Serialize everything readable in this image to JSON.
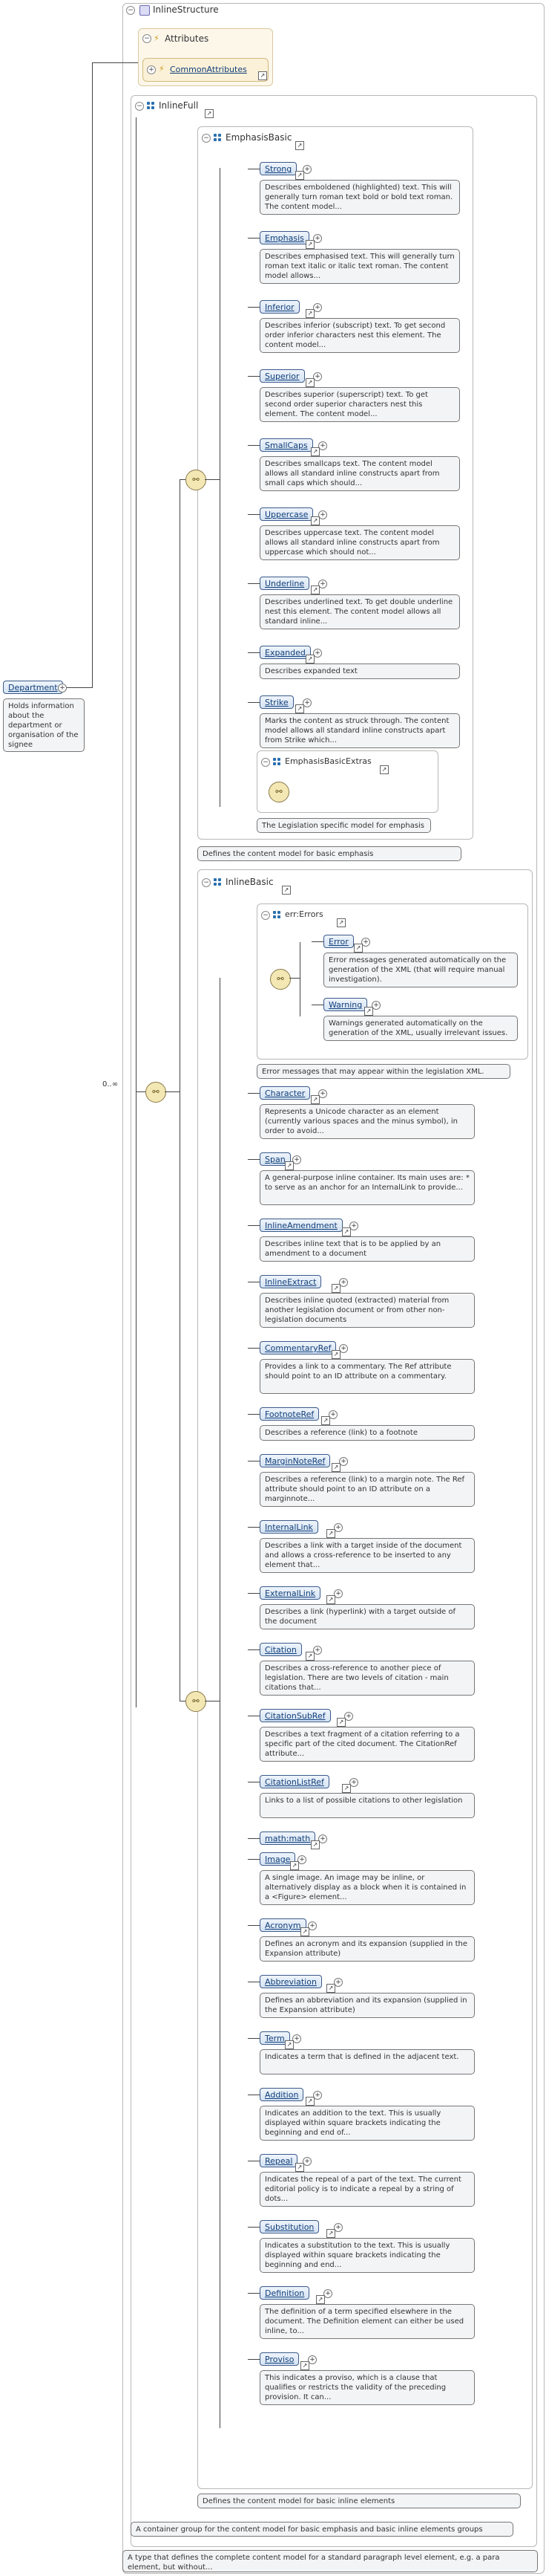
{
  "root": {
    "title": "InlineStructure"
  },
  "attributes": {
    "label": "Attributes",
    "item": "CommonAttributes"
  },
  "inline_full": {
    "label": "InlineFull"
  },
  "emphasis_basic": {
    "label": "EmphasisBasic",
    "elements": [
      {
        "name": "Strong",
        "desc": "Describes emboldened (highlighted) text. This will generally turn roman text bold or bold text roman. The content model..."
      },
      {
        "name": "Emphasis",
        "desc": "Describes emphasised text. This will generally turn roman text italic or italic text roman. The content model allows..."
      },
      {
        "name": "Inferior",
        "desc": "Describes inferior (subscript) text. To get second order inferior characters nest this element. The content model..."
      },
      {
        "name": "Superior",
        "desc": "Describes superior (superscript) text. To get second order superior characters nest this element. The content model..."
      },
      {
        "name": "SmallCaps",
        "desc": "Describes smallcaps text. The content model allows all standard inline constructs apart from small caps which should..."
      },
      {
        "name": "Uppercase",
        "desc": "Describes uppercase text. The content model allows all standard inline constructs apart from uppercase which should not..."
      },
      {
        "name": "Underline",
        "desc": "Describes underlined text. To get double underline nest this element. The content model allows all standard inline..."
      },
      {
        "name": "Expanded",
        "desc": "Describes expanded text"
      },
      {
        "name": "Strike",
        "desc": "Marks the content as struck through. The content model allows all standard inline constructs apart from Strike which..."
      }
    ],
    "extras": {
      "label": "EmphasisBasicExtras",
      "desc": "The Legislation specific model for emphasis"
    },
    "desc": "Defines the content model for basic emphasis"
  },
  "inline_basic": {
    "label": "InlineBasic",
    "errors": {
      "label": "err:Errors",
      "elements": [
        {
          "name": "Error",
          "desc": "Error messages generated automatically on the generation of the XML (that will require manual investigation)."
        },
        {
          "name": "Warning",
          "desc": "Warnings generated automatically on the generation of the XML, usually irrelevant issues."
        }
      ],
      "desc": "Error messages that may appear within the legislation XML."
    },
    "elements": [
      {
        "name": "Character",
        "desc": "Represents a Unicode character as an element (currently various spaces and the minus symbol), in order to avoid..."
      },
      {
        "name": "Span",
        "desc": "A general-purpose inline container. Its main uses are: * to serve as an anchor for an InternalLink to provide..."
      },
      {
        "name": "InlineAmendment",
        "desc": "Describes inline text that is to be applied by an amendment to a document"
      },
      {
        "name": "InlineExtract",
        "desc": "Describes inline quoted (extracted) material from another legislation document or from other non-legislation documents"
      },
      {
        "name": "CommentaryRef",
        "desc": "Provides a link to a commentary. The Ref attribute should point to an ID attribute on a commentary."
      },
      {
        "name": "FootnoteRef",
        "desc": "Describes a reference (link) to a footnote"
      },
      {
        "name": "MarginNoteRef",
        "desc": "Describes a reference (link) to a margin note. The Ref attribute should point to an ID attribute on a marginnote..."
      },
      {
        "name": "InternalLink",
        "desc": "Describes a link with a target inside of the document and allows a cross-reference to be inserted to any element that..."
      },
      {
        "name": "ExternalLink",
        "desc": "Describes a link (hyperlink) with a target outside of the document"
      },
      {
        "name": "Citation",
        "desc": "Describes a cross-reference to another piece of legislation. There are two levels of citation - main citations that..."
      },
      {
        "name": "CitationSubRef",
        "desc": "Describes a text fragment of a citation referring to a specific part of the cited document. The CitationRef attribute..."
      },
      {
        "name": "CitationListRef",
        "desc": "Links to a list of possible citations to other legislation"
      },
      {
        "name": "math:math",
        "desc": ""
      },
      {
        "name": "Image",
        "desc": "A single image. An image may be inline, or alternatively display as a block when it is contained in a <Figure> element..."
      },
      {
        "name": "Acronym",
        "desc": "Defines an acronym and its expansion (supplied in the Expansion attribute)"
      },
      {
        "name": "Abbreviation",
        "desc": "Defines an abbreviation and its expansion (supplied in the Expansion attribute)"
      },
      {
        "name": "Term",
        "desc": "Indicates a term that is defined in the adjacent text."
      },
      {
        "name": "Addition",
        "desc": "Indicates an addition to the text. This is usually displayed within square brackets indicating the beginning and end of..."
      },
      {
        "name": "Repeal",
        "desc": "Indicates the repeal of a part of the text. The current editorial policy is to indicate a repeal by a string of dots..."
      },
      {
        "name": "Substitution",
        "desc": "Indicates a substitution to the text. This is usually displayed within square brackets indicating the beginning and end..."
      },
      {
        "name": "Definition",
        "desc": "The definition of a term specified elsewhere in the document. The Definition element can either be used inline, to..."
      },
      {
        "name": "Proviso",
        "desc": "This indicates a proviso, which is a clause that qualifies or restricts the validity of the preceding provision. It can..."
      }
    ],
    "desc": "Defines the content model for basic inline elements"
  },
  "inline_full_desc": "A container group for the content model for basic emphasis and basic inline elements groups",
  "root_desc": "A type that defines the complete content model for a standard paragraph level element, e.g. a para element, but without...",
  "department": {
    "name": "Department",
    "desc": "Holds information about the department or organisation of the signee"
  },
  "occurrence": "0..∞"
}
